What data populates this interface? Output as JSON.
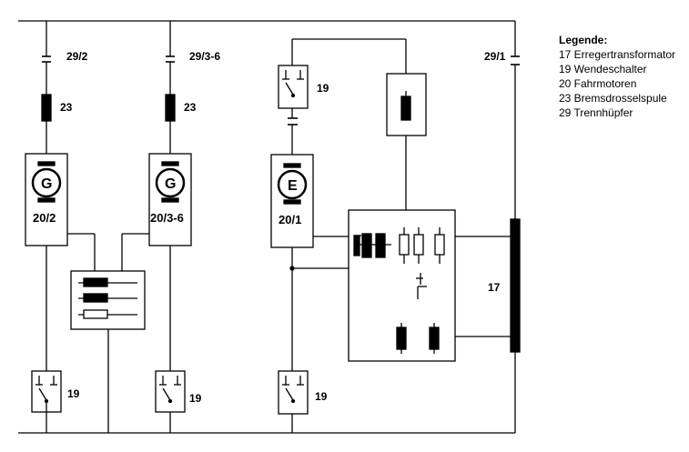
{
  "legend": {
    "title": "Legende:",
    "items": [
      "17 Erregertransformator",
      "19 Wendeschalter",
      "20 Fahrmotoren",
      "23 Bremsdrosselspule",
      "29 Trennhüpfer"
    ]
  },
  "labels": {
    "sep_29_2": "29/2",
    "sep_29_3_6": "29/3-6",
    "sep_29_1": "29/1",
    "choke_1": "23",
    "choke_2": "23",
    "gen_1_symbol": "G",
    "gen_1_label": "20/2",
    "gen_2_symbol": "G",
    "gen_2_label": "20/3-6",
    "exc_symbol": "E",
    "exc_label": "20/1",
    "rev_sw_top": "19",
    "rev_sw_1": "19",
    "rev_sw_2": "19",
    "rev_sw_3": "19",
    "transformer": "17"
  }
}
